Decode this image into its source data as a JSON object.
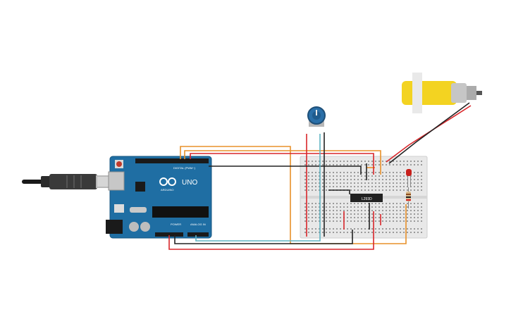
{
  "arduino": {
    "brand": "UNO",
    "logo_text": "ARDUINO",
    "digital_label": "DIGITAL (PWM~)",
    "power_label": "POWER",
    "analog_label": "ANALOG IN"
  },
  "driver_chip": {
    "label": "L293D"
  },
  "colors": {
    "board": "#1f6ea3",
    "breadboard": "#e8e8e8",
    "wire_orange": "#e8912a",
    "wire_red": "#d9262a",
    "wire_black": "#222222",
    "wire_teal": "#5fb3c2",
    "motor": "#f3d321",
    "pot": "#2a6fa8",
    "led": "#c8201c"
  }
}
